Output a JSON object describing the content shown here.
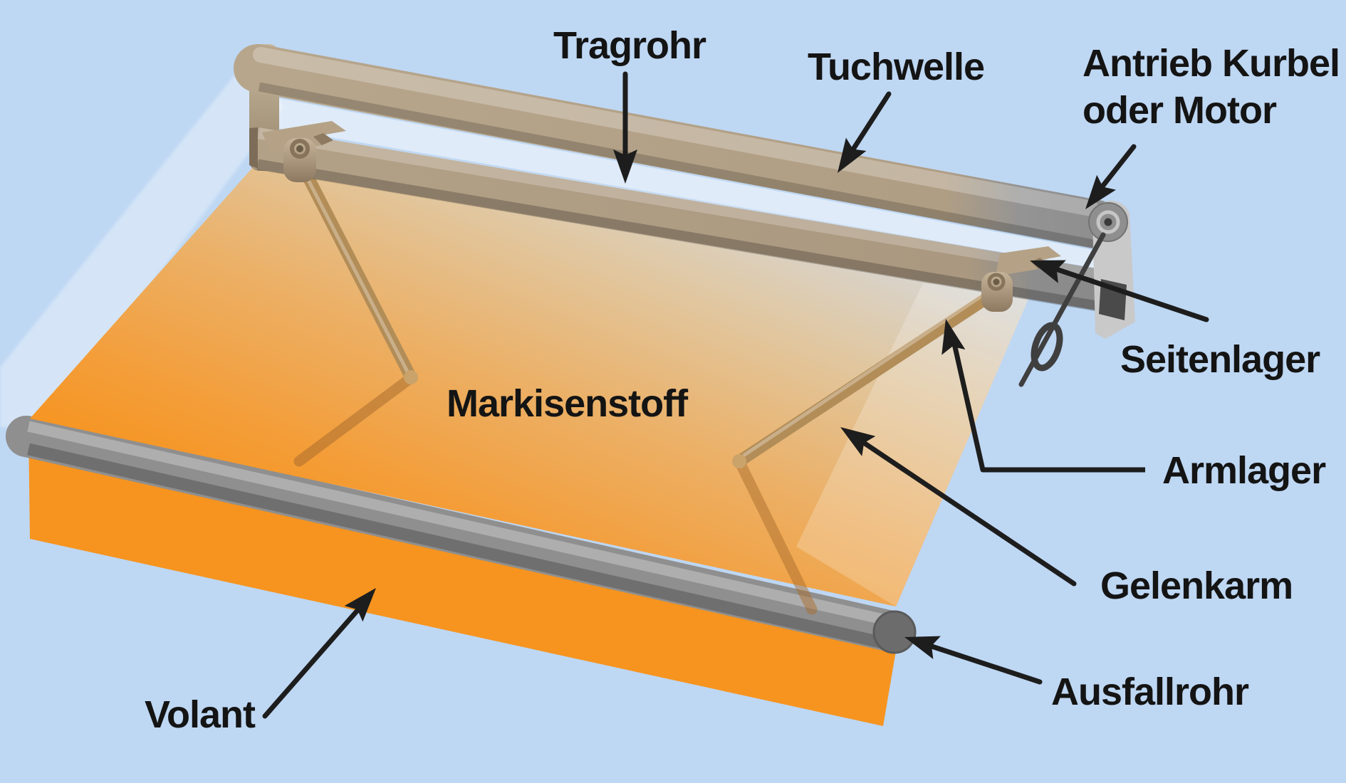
{
  "diagram": {
    "kind": "awning-parts-diagram",
    "language": "de"
  },
  "labels": {
    "tragrohr": {
      "text": "Tragrohr"
    },
    "tuchwelle": {
      "text": "Tuchwelle"
    },
    "antrieb": {
      "line1": "Antrieb Kurbel",
      "line2": "oder Motor"
    },
    "seitenlager": {
      "text": "Seitenlager"
    },
    "armlager": {
      "text": "Armlager"
    },
    "gelenkarm": {
      "text": "Gelenkarm"
    },
    "ausfallrohr": {
      "text": "Ausfallrohr"
    },
    "volant": {
      "text": "Volant"
    },
    "markisenstoff": {
      "text": "Markisenstoff"
    }
  },
  "colors": {
    "sky": "#bed7f3",
    "fabric_orange": "#f6941f",
    "fabric_pale": "#d7d6d3",
    "structure_tan": "#b3a187",
    "structure_gray": "#8d8d8d",
    "metal_gray": "#8f8f8f",
    "bracket_tan": "#b5a286",
    "plate_gray": "#c9c9c9",
    "text": "#141414",
    "arrow": "#1d1d1d"
  }
}
